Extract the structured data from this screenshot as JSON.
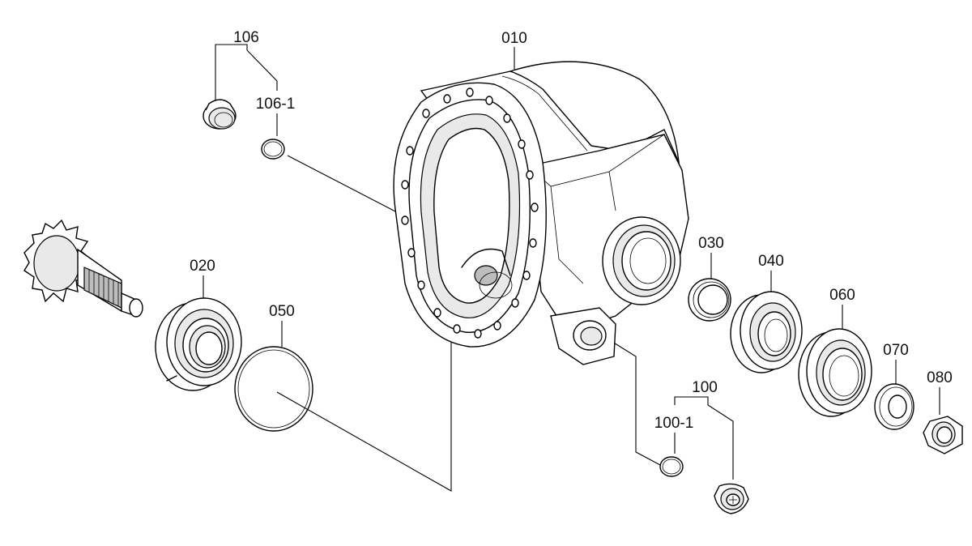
{
  "diagram": {
    "labels": {
      "p010": "010",
      "p020": "020",
      "p030": "030",
      "p040": "040",
      "p050": "050",
      "p060": "060",
      "p070": "070",
      "p080": "080",
      "p100": "100",
      "p100_1": "100-1",
      "p106": "106",
      "p106_1": "106-1"
    }
  }
}
